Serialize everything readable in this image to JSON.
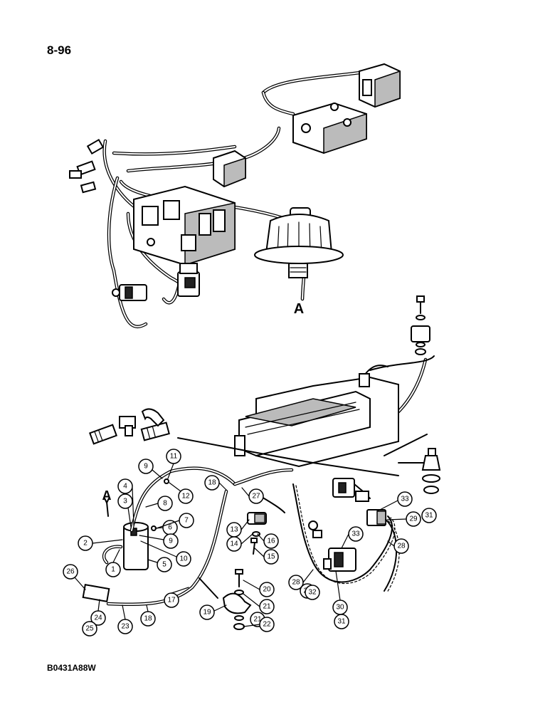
{
  "page_number": "8-96",
  "figure_code": "B0431A88W",
  "section_marker": "A",
  "callouts": [
    "1",
    "2",
    "3",
    "4",
    "5",
    "6",
    "7",
    "8",
    "9",
    "9",
    "10",
    "11",
    "12",
    "13",
    "14",
    "15",
    "16",
    "17",
    "18",
    "18",
    "19",
    "20",
    "21",
    "21",
    "22",
    "23",
    "24",
    "25",
    "26",
    "27",
    "28",
    "28",
    "28",
    "29",
    "30",
    "31",
    "31",
    "32",
    "33",
    "33"
  ]
}
